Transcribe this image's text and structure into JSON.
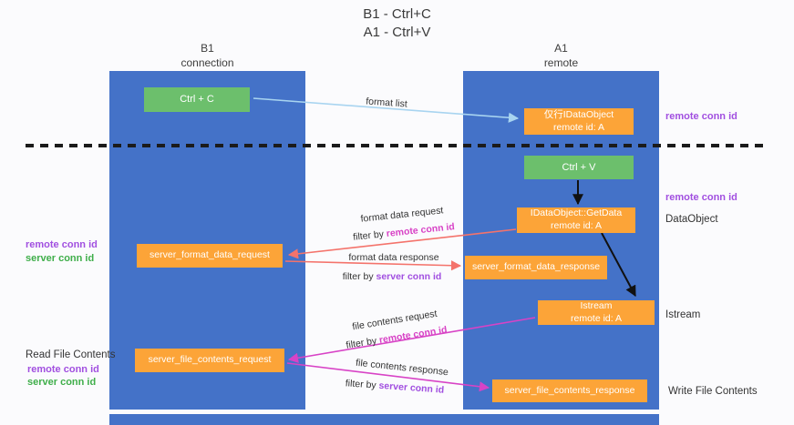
{
  "title": {
    "line1": "B1 - Ctrl+C",
    "line2": "A1 - Ctrl+V"
  },
  "lifelines": {
    "left": {
      "title": "B1",
      "subtitle": "connection"
    },
    "right": {
      "title": "A1",
      "subtitle": "remote"
    }
  },
  "boxes": {
    "ctrl_c": "Ctrl + C",
    "ctrl_v": "Ctrl + V",
    "idataobject_line1": "仅行IDataObject",
    "idataobject_line2": "remote id: A",
    "getdata_line1": "IDataObject::GetData",
    "getdata_line2": "remote id: A",
    "istream_line1": "Istream",
    "istream_line2": "remote id: A",
    "server_format_data_request": "server_format_data_request",
    "server_format_data_response": "server_format_data_response",
    "server_file_contents_request": "server_file_contents_request",
    "server_file_contents_response": "server_file_contents_response"
  },
  "arrow_labels": {
    "format_list": "format list",
    "format_data_request": "format data request",
    "format_data_response": "format data response",
    "file_contents_request": "file contents request",
    "file_contents_response": "file contents response",
    "filter_by": "filter by ",
    "remote_conn_id": "remote conn id",
    "server_conn_id": "server conn id"
  },
  "side_labels": {
    "remote_conn_id": "remote conn id",
    "server_conn_id": "server conn id",
    "dataobject": "DataObject",
    "istream": "Istream",
    "read_file_contents": "Read File Contents",
    "write_file_contents": "Write File Contents"
  },
  "colors": {
    "lifeline_blue": "#4472c8",
    "box_green": "#6cbf6c",
    "box_orange": "#fca438",
    "purple_text": "#a14fe0",
    "green_text": "#3fae4a",
    "magenta": "#d843c6",
    "salmon": "#f4736b",
    "light_blue": "#a8d4f0",
    "black": "#111111"
  }
}
